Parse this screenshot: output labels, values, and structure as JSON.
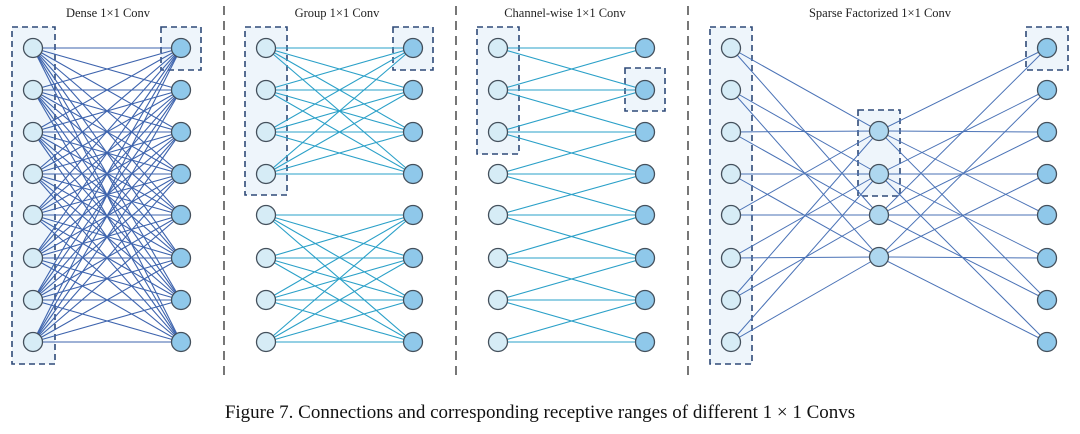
{
  "panels": [
    {
      "title": "Dense 1×1 Conv"
    },
    {
      "title": "Group 1×1 Conv"
    },
    {
      "title": "Channel-wise 1×1 Conv"
    },
    {
      "title": "Sparse Factorized 1×1 Conv"
    }
  ],
  "caption": "Figure 7. Connections and corresponding receptive ranges of different 1 × 1 Convs",
  "colors": {
    "input_node": "#d6ecf6",
    "output_node": "#8fc8ea",
    "dense_edge": "#3d63ad",
    "group_edge": "#2aa0c8",
    "highlight_box": "#2f4a78"
  }
}
